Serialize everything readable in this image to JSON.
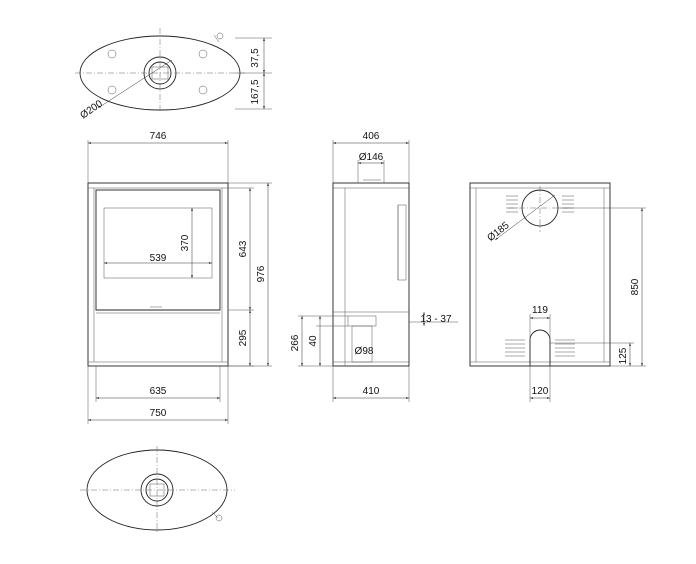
{
  "dimensions": {
    "top_view": {
      "offset_a": "37,5",
      "offset_b": "167,5",
      "flue_diameter": "Ø200"
    },
    "front_view": {
      "overall_width": "746",
      "glass_width": "539",
      "glass_height": "370",
      "door_height": "643",
      "overall_height": "976",
      "lower_height": "295",
      "base_width": "635",
      "bottom_width": "750"
    },
    "side_view": {
      "top_depth": "406",
      "top_flue": "Ø146",
      "air_inlet_height": "266",
      "air_inlet_offset": "40",
      "air_inlet_diameter": "Ø98",
      "base_depth": "410",
      "adjust_range": "13 - 37"
    },
    "rear_view": {
      "flue_diameter": "Ø185",
      "flue_height": "850",
      "inlet_width": "119",
      "inlet_height": "125",
      "inlet_bottom_width": "120"
    }
  },
  "colors": {
    "line": "#222222",
    "background": "#ffffff"
  }
}
